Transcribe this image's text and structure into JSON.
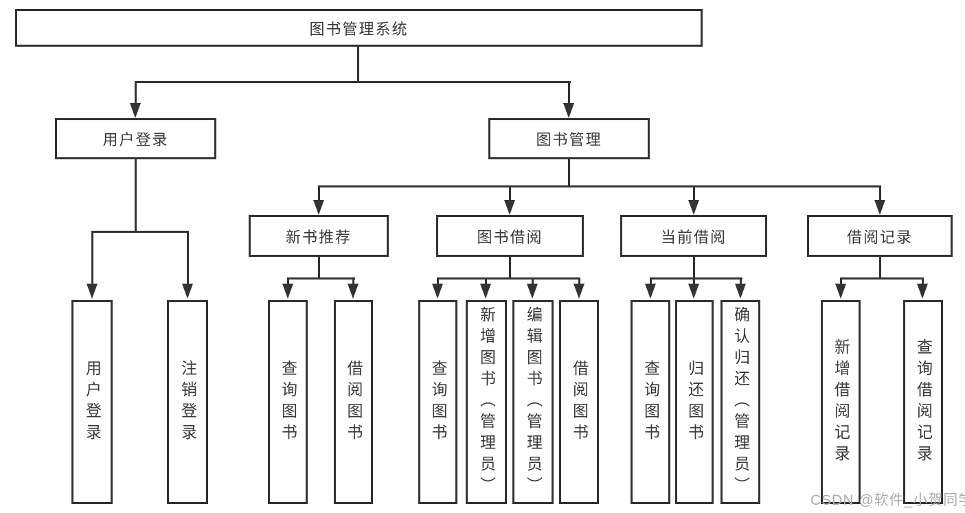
{
  "diagram_title": "图书管理系统",
  "nodes": {
    "root": {
      "label": "图书管理系统"
    },
    "user_login": {
      "label": "用户登录"
    },
    "book_mgmt": {
      "label": "图书管理"
    },
    "new_book_rec": {
      "label": "新书推荐"
    },
    "book_borrow": {
      "label": "图书借阅"
    },
    "current_borrow": {
      "label": "当前借阅"
    },
    "borrow_records": {
      "label": "借阅记录"
    },
    "leaf_user_login": {
      "label": "用户登录"
    },
    "leaf_logout": {
      "label": "注销登录"
    },
    "leaf_query_books_a": {
      "label": "查询图书"
    },
    "leaf_borrow_books_a": {
      "label": "借阅图书"
    },
    "leaf_query_books_b": {
      "label": "查询图书"
    },
    "leaf_add_books": {
      "label": "新增图书（管理员）"
    },
    "leaf_edit_books": {
      "label": "编辑图书（管理员）"
    },
    "leaf_borrow_books_b": {
      "label": "借阅图书"
    },
    "leaf_query_books_c": {
      "label": "查询图书"
    },
    "leaf_return_books": {
      "label": "归还图书"
    },
    "leaf_confirm_return": {
      "label": "确认归还（管理员）"
    },
    "leaf_add_record": {
      "label": "新增借阅记录"
    },
    "leaf_query_record": {
      "label": "查询借阅记录"
    }
  },
  "watermark": "CSDN @软件_小贺同学",
  "colors": {
    "line": "#333333",
    "text": "#3a3a3a",
    "watermark": "#b5aaaa",
    "background": "#ffffff"
  }
}
